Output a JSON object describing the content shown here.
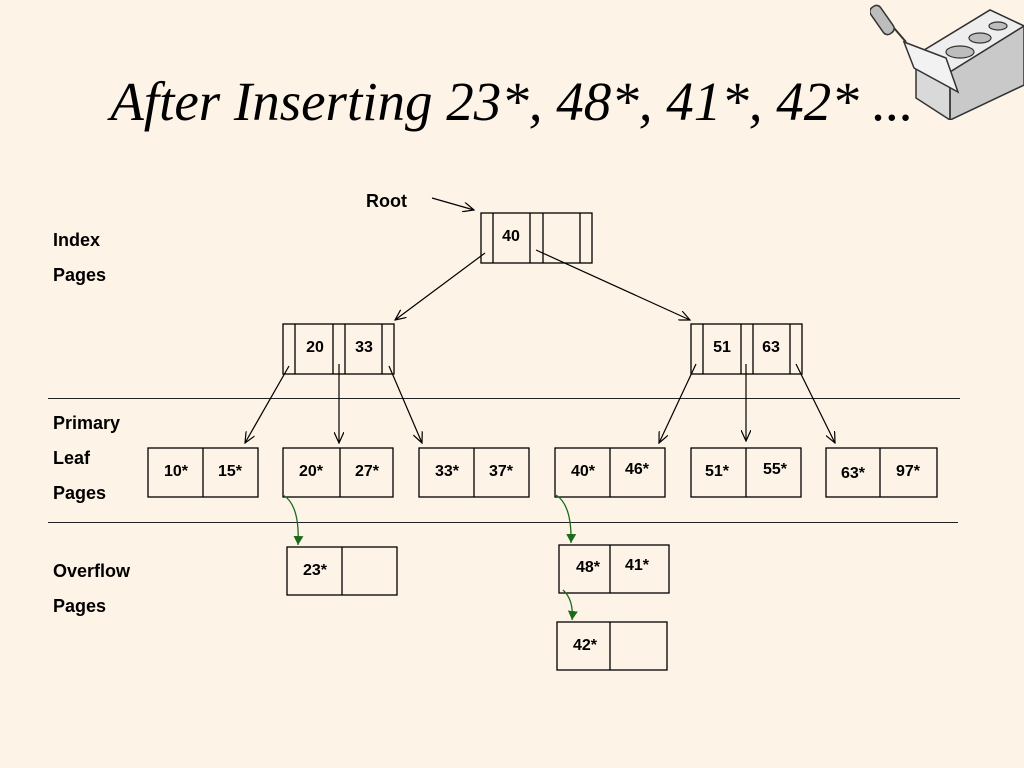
{
  "title": "After Inserting 23*, 48*, 41*, 42* ...",
  "labels": {
    "root": "Root",
    "index_line1": "Index",
    "index_line2": "Pages",
    "primary_line1": "Primary",
    "primary_line2": "Leaf",
    "primary_line3": "Pages",
    "overflow_line1": "Overflow",
    "overflow_line2": "Pages"
  },
  "index_nodes": {
    "root": [
      "40",
      ""
    ],
    "left": [
      "20",
      "33"
    ],
    "right": [
      "51",
      "63"
    ]
  },
  "leaf_pages": [
    [
      "10*",
      "15*"
    ],
    [
      "20*",
      "27*"
    ],
    [
      "33*",
      "37*"
    ],
    [
      "40*",
      "46*"
    ],
    [
      "51*",
      "55*"
    ],
    [
      "63*",
      "97*"
    ]
  ],
  "overflow_pages": [
    [
      "23*",
      ""
    ],
    [
      "48*",
      "41*"
    ],
    [
      "42*",
      ""
    ]
  ],
  "colors": {
    "background": "#fdf3e6",
    "overflow_arrow": "#1a6b1a"
  }
}
